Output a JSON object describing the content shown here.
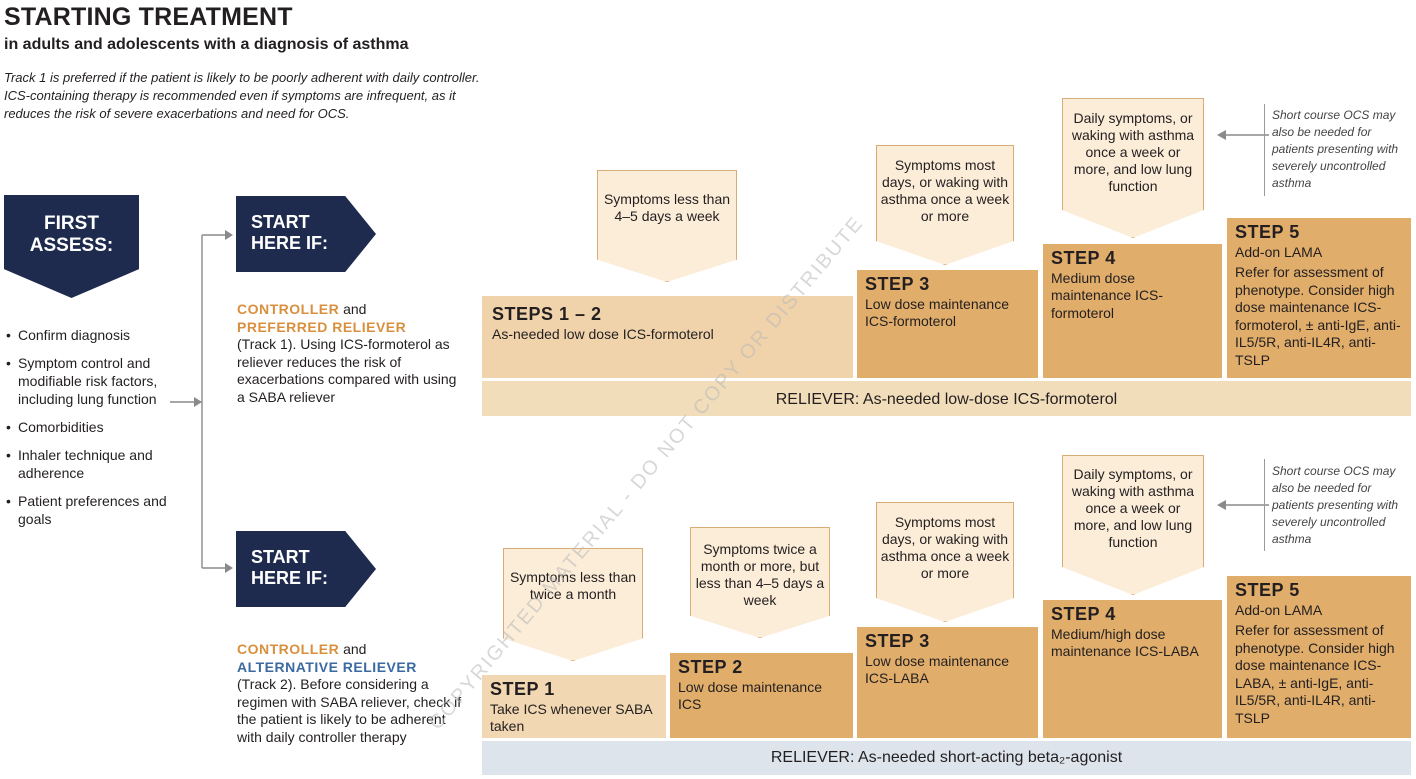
{
  "header": {
    "title": "STARTING TREATMENT",
    "subtitle": "in adults and adolescents with a diagnosis of asthma",
    "intro_line1": "Track 1 is preferred if the patient is likely to be poorly adherent with daily controller.",
    "intro_line2": "ICS-containing therapy is recommended even if symptoms are infrequent, as it",
    "intro_line3": "reduces the risk of severe exacerbations and need for OCS."
  },
  "first_assess": {
    "line1": "FIRST",
    "line2": "ASSESS:",
    "items": [
      "Confirm diagnosis",
      "Symptom control and modifiable risk factors, including lung function",
      "Comorbidities",
      "Inhaler technique and adherence",
      "Patient preferences and goals"
    ]
  },
  "start_here": {
    "line1": "START",
    "line2": "HERE IF:"
  },
  "track1": {
    "controller_label": "CONTROLLER",
    "and": " and",
    "reliever_label": "PREFERRED RELIEVER",
    "description": "(Track 1). Using ICS-formoterol as reliever reduces the risk of exacerbations compared with using a SABA reliever",
    "callouts": {
      "steps12": "Symptoms less than 4–5 days a week",
      "step3": "Symptoms most days, or waking with asthma once a week or more",
      "step4": "Daily symptoms, or waking with asthma once a week or more, and low lung function"
    },
    "ocs_note": "Short course OCS may also be needed for patients presenting with severely uncontrolled asthma",
    "steps": {
      "steps12": {
        "label": "STEPS 1 – 2",
        "text": "As-needed low dose ICS-formoterol"
      },
      "step3": {
        "label": "STEP 3",
        "text": "Low dose maintenance ICS-formoterol"
      },
      "step4": {
        "label": "STEP 4",
        "text": "Medium dose maintenance ICS-formoterol"
      },
      "step5": {
        "label": "STEP 5",
        "text1": "Add-on LAMA",
        "text2": "Refer for assessment of phenotype. Consider high dose maintenance ICS-formoterol, ± anti-IgE, anti-IL5/5R, anti-IL4R, anti-TSLP"
      }
    },
    "reliever": "RELIEVER: As-needed low-dose ICS-formoterol"
  },
  "track2": {
    "controller_label": "CONTROLLER",
    "and": " and",
    "reliever_label": "ALTERNATIVE RELIEVER",
    "description": "(Track 2). Before considering a regimen with SABA reliever, check if the patient is likely to be adherent with daily controller therapy",
    "callouts": {
      "step1": "Symptoms less than twice a month",
      "step2": "Symptoms twice a month or more, but less than 4–5 days a week",
      "step3": "Symptoms most days, or waking with asthma once a week or more",
      "step4": "Daily symptoms, or waking with asthma once a week or more, and low lung function"
    },
    "ocs_note": "Short course OCS may also be needed for patients presenting with severely uncontrolled asthma",
    "steps": {
      "step1": {
        "label": "STEP 1",
        "text": "Take ICS whenever SABA taken"
      },
      "step2": {
        "label": "STEP 2",
        "text": "Low dose maintenance ICS"
      },
      "step3": {
        "label": "STEP 3",
        "text": "Low dose maintenance ICS-LABA"
      },
      "step4": {
        "label": "STEP 4",
        "text": "Medium/high dose maintenance ICS-LABA"
      },
      "step5": {
        "label": "STEP 5",
        "text1": "Add-on LAMA",
        "text2": "Refer for assessment of phenotype. Consider high dose maintenance ICS-LABA, ± anti-IgE, anti-IL5/5R, anti-IL4R, anti-TSLP"
      }
    },
    "reliever": "RELIEVER: As-needed short-acting beta₂-agonist"
  },
  "watermark": "COPYRIGHTED MATERIAL - DO NOT COPY OR DISTRIBUTE",
  "colors": {
    "navy": "#1f2b4e",
    "orange": "#d9903e",
    "blue": "#3a6aa1",
    "step_light": "#f1d8b2",
    "step_medium": "#e0ad6b",
    "reliever_track1": "#f1ddb9",
    "reliever_track2": "#dde4ec"
  }
}
